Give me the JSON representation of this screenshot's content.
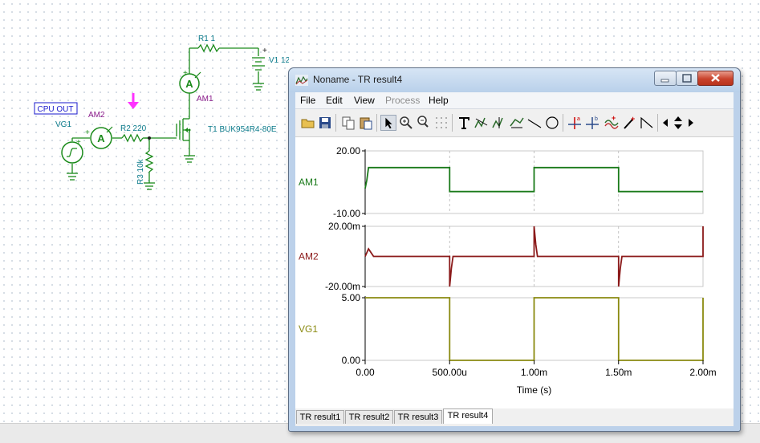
{
  "schematic": {
    "r1_label": "R1 1",
    "v1_label": "V1 12",
    "am1_label": "AM1",
    "am2_label": "AM2",
    "r2_label": "R2 220",
    "r3_label": "R3 10k",
    "t1_label": "T1 BUK954R4-80E",
    "vg1_label": "VG1",
    "cpu_box_label": "CPU OUT",
    "ammeter_symbol": "A",
    "plus": "+",
    "colors": {
      "component": "#1a8a1a",
      "label": "#0a7a8a",
      "meter_label": "#8a1a8a",
      "probe_arrow": "#ff33ff",
      "box": "#1a1acc"
    }
  },
  "window": {
    "title": "Noname - TR result4",
    "menu": [
      "File",
      "Edit",
      "View",
      "Process",
      "Help"
    ],
    "menu_disabled": [
      "Process"
    ]
  },
  "toolbar_icons": [
    "open-icon",
    "save-icon",
    "copy-icon",
    "paste-icon",
    "pointer-icon",
    "zoom-in-icon",
    "zoom-100-icon",
    "grid-icon",
    "text-icon",
    "cursor-tool-icon",
    "cursor-tool2-icon",
    "cursor-tool3-icon",
    "line-icon",
    "circle-icon",
    "marker-a-icon",
    "marker-b-icon",
    "add-trace-icon",
    "probe-icon",
    "curve-icon",
    "scroll-left-icon",
    "scroll-up-down-icon",
    "scroll-right-icon"
  ],
  "plot": {
    "xlabel": "Time (s)",
    "x_ticks": [
      "0.00",
      "500.00u",
      "1.00m",
      "1.50m",
      "2.00m"
    ]
  },
  "chart_data": [
    {
      "type": "line",
      "series": [
        {
          "name": "AM1",
          "color": "#1a7a1a"
        }
      ],
      "y_ticks": [
        "20.00",
        "-10.00"
      ],
      "ylim": [
        -10,
        20
      ],
      "x": [
        0,
        1e-05,
        2e-05,
        0.0005,
        0.0005,
        0.001,
        0.001,
        0.0015,
        0.0015,
        0.002
      ],
      "values": [
        2,
        6,
        12,
        12,
        0.5,
        0.5,
        12,
        12,
        0.5,
        0.5
      ],
      "xlim": [
        0,
        0.002
      ]
    },
    {
      "type": "line",
      "series": [
        {
          "name": "AM2",
          "color": "#8b1a1a"
        }
      ],
      "y_ticks": [
        "20.00m",
        "-20.00m"
      ],
      "ylim": [
        -0.02,
        0.02
      ],
      "x": [
        0,
        2e-05,
        5e-05,
        0.0005,
        0.0005,
        0.00051,
        0.00052,
        0.001,
        0.001,
        0.00101,
        0.00102,
        0.0015,
        0.0015,
        0.00151,
        0.00152,
        0.002,
        0.002
      ],
      "values": [
        0,
        0.005,
        0,
        0,
        -0.02,
        -0.008,
        0,
        0,
        0.02,
        0.008,
        0,
        0,
        -0.02,
        -0.008,
        0,
        0,
        0.02
      ],
      "xlim": [
        0,
        0.002
      ]
    },
    {
      "type": "line",
      "series": [
        {
          "name": "VG1",
          "color": "#8a8a10"
        }
      ],
      "y_ticks": [
        "5.00",
        "0.00"
      ],
      "ylim": [
        0,
        5
      ],
      "x": [
        0,
        0.0005,
        0.0005,
        0.001,
        0.001,
        0.0015,
        0.0015,
        0.002,
        0.002
      ],
      "values": [
        5,
        5,
        0,
        0,
        5,
        5,
        0,
        0,
        5
      ],
      "xlim": [
        0,
        0.002
      ]
    }
  ],
  "tabs": [
    "TR result1",
    "TR result2",
    "TR result3",
    "TR result4"
  ],
  "active_tab": "TR result4"
}
